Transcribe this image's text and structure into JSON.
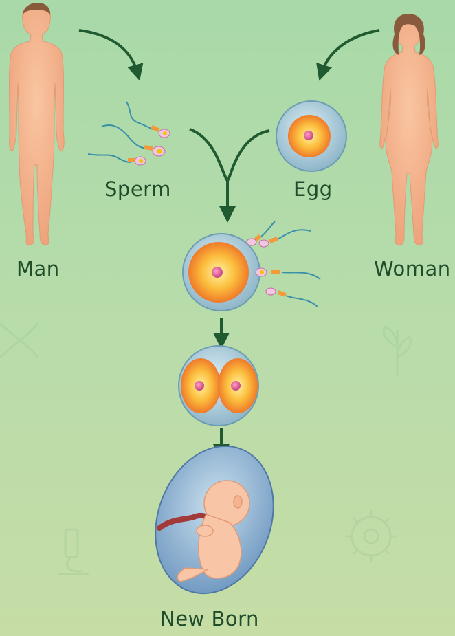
{
  "labels": {
    "man": "Man",
    "woman": "Woman",
    "sperm": "Sperm",
    "egg": "Egg",
    "new_born": "New Born"
  },
  "colors": {
    "background_top": "#a9d9a9",
    "background_bottom": "#c6dda5",
    "arrow": "#1f5a30",
    "label_text": "#1f4d2b",
    "skin": "#f4b48e",
    "egg_membrane": "#a9c9d8",
    "egg_cytoplasm": "#f5a130",
    "nucleus": "#e2609a"
  }
}
